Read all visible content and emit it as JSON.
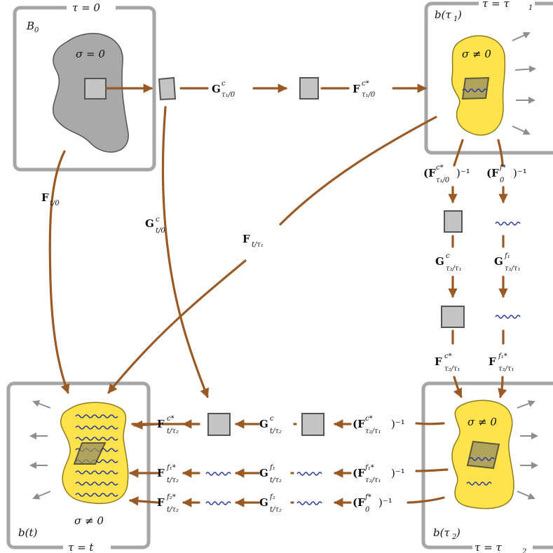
{
  "diagram": {
    "boxes": {
      "reference": {
        "top_label": "τ = 0",
        "corner_label": "B",
        "corner_sub": "0",
        "inner_label": "σ = 0"
      },
      "tau1": {
        "top_label": "τ = τ",
        "top_sub": "1",
        "corner_label": "b(τ",
        "corner_sub": "1",
        "inner_label": "σ ≠ 0"
      },
      "current": {
        "bottom_label": "τ = t",
        "corner_label": "b(t)",
        "inner_label": "σ ≠ 0"
      },
      "tau2": {
        "bottom_label": "τ = τ",
        "bottom_sub": "2",
        "corner_label": "b(τ",
        "corner_sub": "2",
        "inner_label": "σ ≠ 0"
      }
    },
    "labels": {
      "G_tau1_0": {
        "main": "G",
        "sub": "τ₁/0",
        "sup": "c"
      },
      "F_tau1_0": {
        "main": "F",
        "sub": "τ₁/0",
        "sup": "c*"
      },
      "F_t_0": {
        "main": "F",
        "sub": "t/0",
        "sup": ""
      },
      "G_t_0": {
        "main": "G",
        "sub": "t/0",
        "sup": "c"
      },
      "F_t_tau1": {
        "main": "F",
        "sub": "t/τ₁",
        "sup": ""
      },
      "F_tau1_0_inv": {
        "main": "(F",
        "sub": "τ₁/0",
        "sup": "c*",
        "tail": ")⁻¹"
      },
      "F0_inv_top": {
        "main": "(F",
        "sub": "0",
        "sup": "f*",
        "tail": ")⁻¹"
      },
      "G_tau2_tau1": {
        "main": "G",
        "sub": "τ₂/τ₁",
        "sup": "c"
      },
      "G_f1_tau2_tau1": {
        "main": "G",
        "sub": "τ₂/τ₁",
        "sup": "f₁"
      },
      "F_tau2_tau1": {
        "main": "F",
        "sub": "τ₂/τ₁",
        "sup": "c*"
      },
      "F_f1_tau2_tau1": {
        "main": "F",
        "sub": "τ₂/τ₁",
        "sup": "f₁*"
      },
      "F_tau2_tau1_inv": {
        "main": "(F",
        "sub": "τ₂/τ₁",
        "sup": "c*",
        "tail": ")⁻¹"
      },
      "F_f1_tau2_tau1_inv": {
        "main": "(F",
        "sub": "τ₂/τ₁",
        "sup": "f₁*",
        "tail": ")⁻¹"
      },
      "F0_inv_bottom": {
        "main": "(F",
        "sub": "0",
        "sup": "f*",
        "tail": ")⁻¹"
      },
      "G_t_tau2": {
        "main": "G",
        "sub": "t/τ₂",
        "sup": "c"
      },
      "G_f1_t_tau2": {
        "main": "G",
        "sub": "t/τ₂",
        "sup": "f₁"
      },
      "G_f2_t_tau2": {
        "main": "G",
        "sub": "t/τ₂",
        "sup": "f₂"
      },
      "F_t_tau2": {
        "main": "F",
        "sub": "t/τ₂",
        "sup": "c*"
      },
      "F_f1_t_tau2": {
        "main": "F",
        "sub": "t/τ₂",
        "sup": "f₁*"
      },
      "F_f2_t_tau2": {
        "main": "F",
        "sub": "t/τ₂",
        "sup": "f₂*"
      }
    },
    "colors": {
      "arrow": "#9a5a25",
      "frame": "#a6a6a6",
      "reference_body": "#a9a9a9",
      "deformed_body": "#ffe34d",
      "fiber_wave": "#2d3f9a",
      "element_square": "#c4c4c4"
    }
  }
}
